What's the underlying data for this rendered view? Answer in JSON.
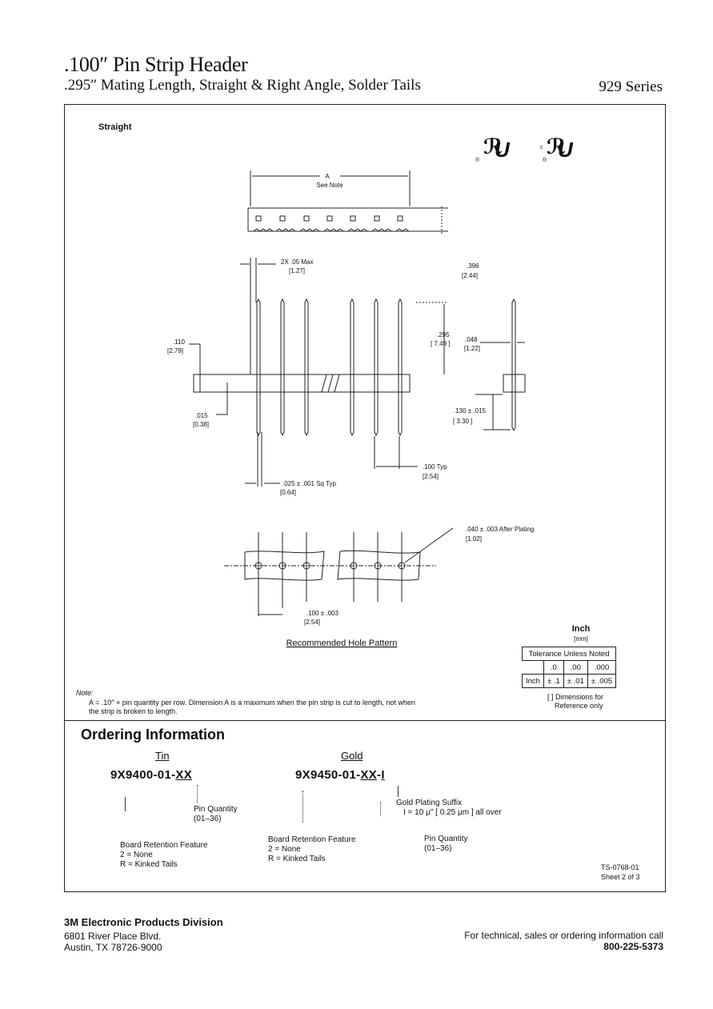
{
  "header": {
    "title": ".100″ Pin Strip Header",
    "subtitle": ".295″ Mating Length, Straight & Right Angle, Solder Tails",
    "series": "929 Series"
  },
  "drawing": {
    "section_label": "Straight",
    "dim_a_label": "A",
    "dim_a_note": "See Note",
    "dims": {
      "d_2x_05": "2X .05 Max",
      "d_2x_05_mm": "[1.27]",
      "d_396": ".396",
      "d_396_mm": "[2.44]",
      "d_110": ".110",
      "d_110_mm": "[2.79]",
      "d_295": ".295",
      "d_295_mm": "[ 7.49 ]",
      "d_048": ".048",
      "d_048_mm": "[1.22]",
      "d_015": ".015",
      "d_015_mm": "[0.38]",
      "d_130": ".130 ± .015",
      "d_130_mm": "[ 3.30 ]",
      "d_100typ": ".100 Typ",
      "d_100typ_mm": "[2.54]",
      "d_025": ".025 ± .001 Sq Typ",
      "d_025_mm": "[0.64]",
      "d_040": ".040 ± .003 After Plating",
      "d_040_mm": "[1.02]",
      "d_100hole": ".100 ± .003",
      "d_100hole_mm": "[2.54]"
    },
    "hole_pattern_caption": "Recommended Hole Pattern"
  },
  "units": {
    "inch": "Inch",
    "mm": "[mm]"
  },
  "tolerance": {
    "header": "Tolerance Unless Noted",
    "cols": [
      ".0",
      ".00",
      ".000"
    ],
    "row_label": "Inch",
    "values": [
      "± .1",
      "± .01",
      "± .005"
    ],
    "footnote_1": "[  ] Dimensions for",
    "footnote_2": "Reference only"
  },
  "note": {
    "label": "Note:",
    "line1": "A = .10″ × pin quantity per row. Dimension A is a maximum when the pin strip is cut to length, not when",
    "line2": "the strip is broken to length."
  },
  "ordering": {
    "title": "Ordering Information",
    "tin": {
      "label": "Tin",
      "part_prefix": "9X9400-01-",
      "part_suffix": "XX",
      "pin_quantity_1": "Pin Quantity",
      "pin_quantity_2": "(01–36)",
      "board_1": "Board Retention Feature",
      "board_2": "2 = None",
      "board_3": "R = Kinked Tails"
    },
    "gold": {
      "label": "Gold",
      "part_prefix": "9X9450-01-",
      "part_suffix": "XX",
      "part_dash": "-",
      "part_plating": "I",
      "plating_1": "Gold Plating Suffix",
      "plating_2": "I = 10 µ″ [ 0.25 µm ] all over",
      "pin_quantity_1": "Pin Quantity",
      "pin_quantity_2": "(01–36)",
      "board_1": "Board Retention Feature",
      "board_2": "2 = None",
      "board_3": "R = Kinked Tails"
    },
    "doc_number": "TS-0768-01",
    "sheet": "Sheet 2 of 3"
  },
  "footer": {
    "division": "3M Electronic Products Division",
    "address_1": "6801 River Place Blvd.",
    "address_2": "Austin, TX 78726-9000",
    "contact": "For technical, sales or ordering information call",
    "phone": "800-225-5373"
  }
}
